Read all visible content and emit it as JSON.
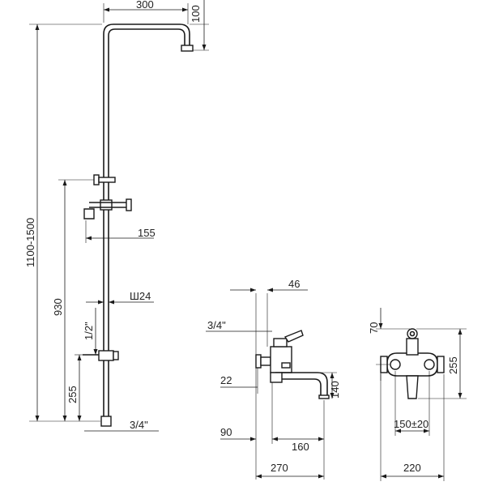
{
  "labels": {
    "overhead_width": "300",
    "overhead_drop": "100",
    "total_height": "1100-1500",
    "holder_height": "930",
    "holder_reach": "155",
    "pipe_width": "Ш24",
    "thread_half": "1/2\"",
    "connection_height": "255",
    "thread_bottom": "3/4\"",
    "side_offset": "46",
    "side_thread": "3/4\"",
    "side_22": "22",
    "side_140": "140",
    "side_90": "90",
    "side_160": "160",
    "side_270": "270",
    "front_70": "70",
    "front_255": "255",
    "front_spacing": "150±20",
    "front_220": "220"
  }
}
